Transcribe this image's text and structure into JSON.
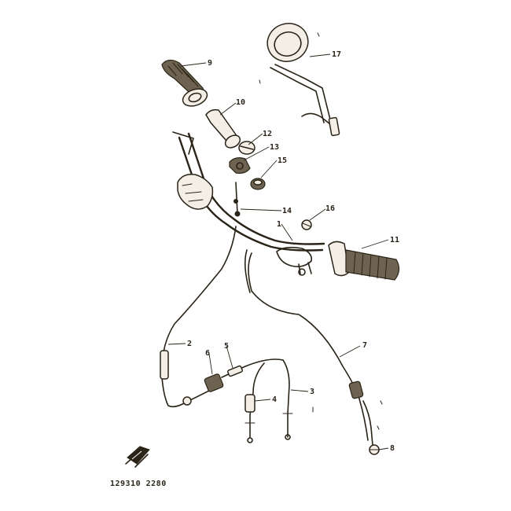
{
  "diagram": {
    "part_labels": [
      "1",
      "2",
      "3",
      "4",
      "5",
      "6",
      "7",
      "8",
      "9",
      "10",
      "11",
      "12",
      "13",
      "14",
      "15",
      "16",
      "17"
    ],
    "drawing_code": "129310 2280"
  }
}
